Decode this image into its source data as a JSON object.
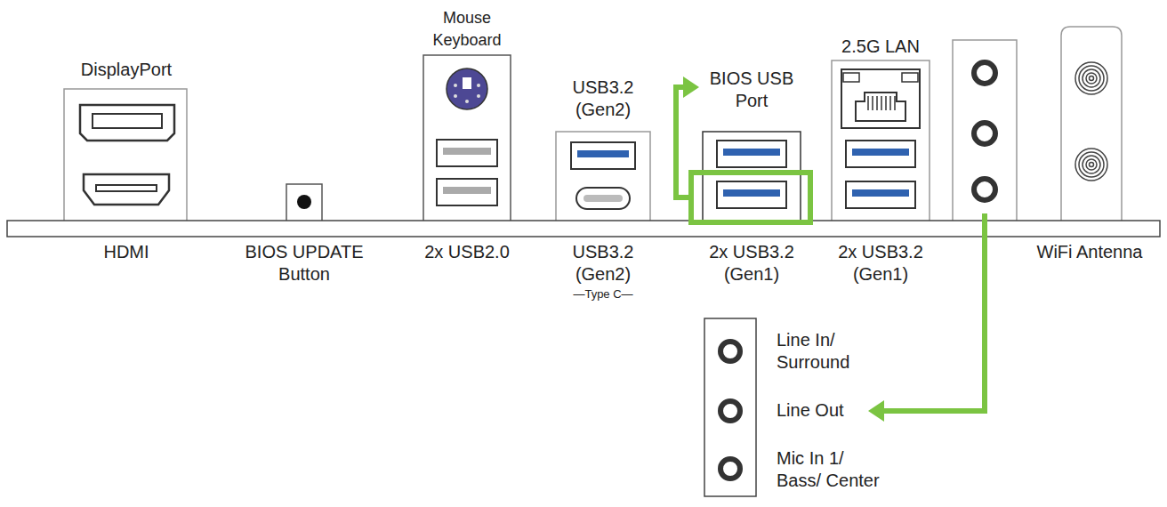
{
  "diagram": {
    "labels": [
      "DisplayPort",
      "Mouse Keyboard",
      "USB3.2 (Gen2)",
      "BIOS USB Port",
      "2.5G LAN",
      "HDMI",
      "BIOS UPDATE Button",
      "2x USB2.0",
      "USB3.2 (Gen2)",
      "—Type C—",
      "2x USB3.2 (Gen1)",
      "2x USB3.2 (Gen1)",
      "WiFi Antenna",
      "Line In/ Surround",
      "Line Out",
      "Mic In 1/ Bass/ Center"
    ]
  }
}
